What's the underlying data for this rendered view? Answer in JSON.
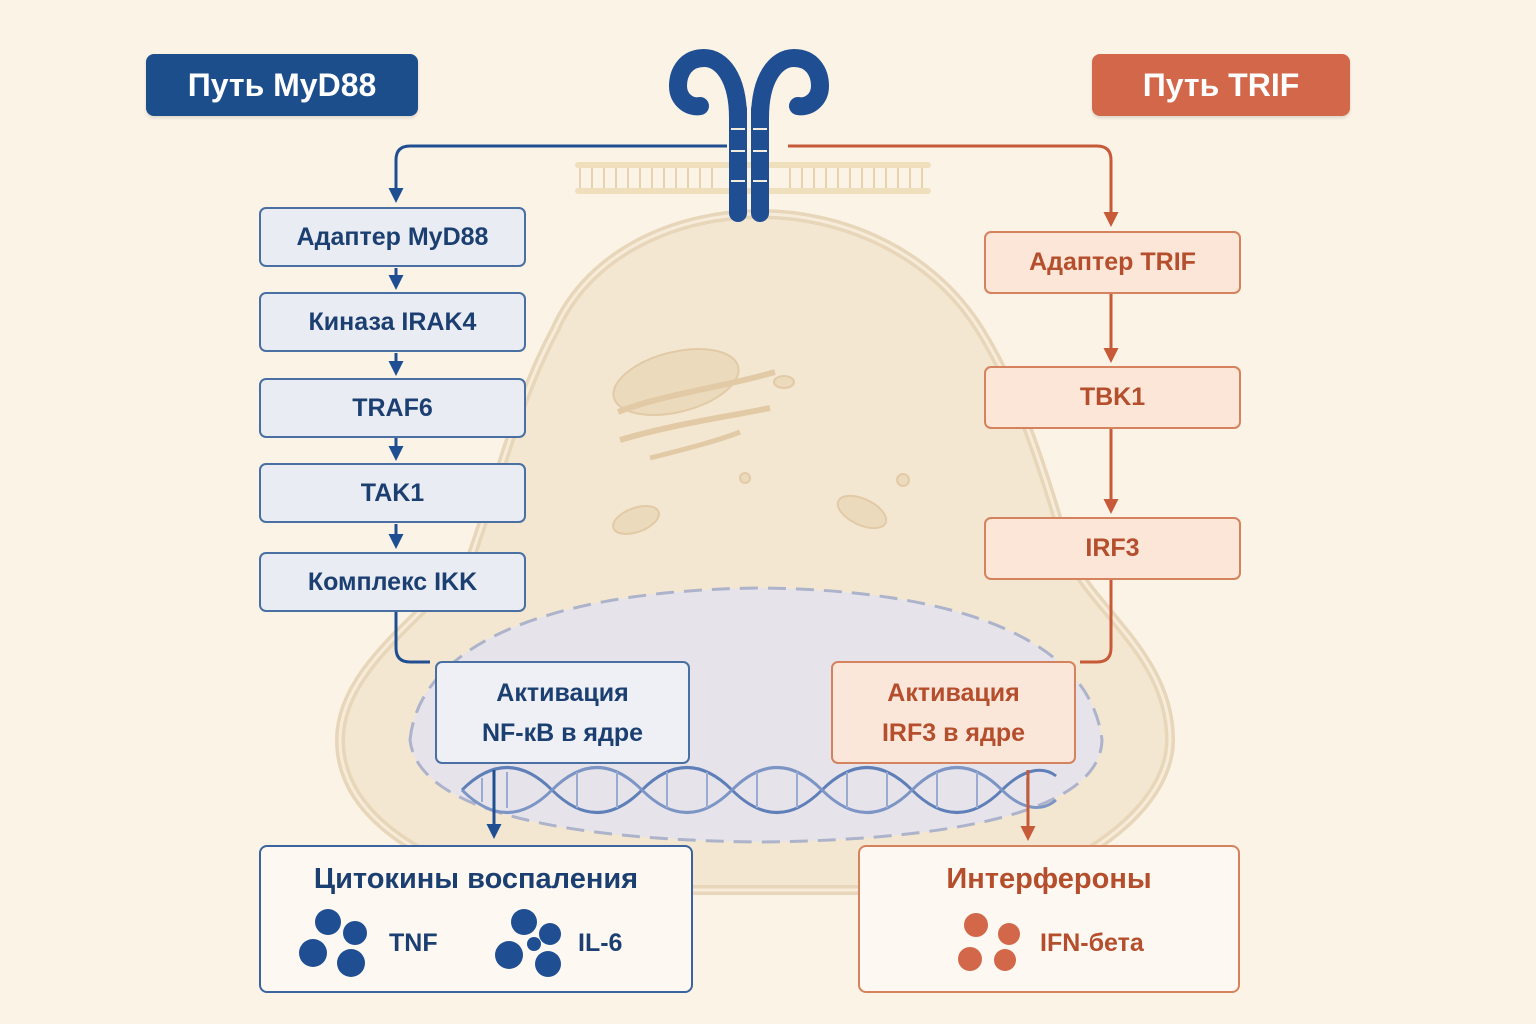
{
  "titles": {
    "myd88_pathway": "Путь MyD88",
    "trif_pathway": "Путь TRIF"
  },
  "myd88_steps": [
    "Адаптер MyD88",
    "Киназа IRAK4",
    "TRAF6",
    "TAK1",
    "Комплекс IKK"
  ],
  "trif_steps": [
    "Адаптер TRIF",
    "TBK1",
    "IRF3"
  ],
  "activation": {
    "nfkb": [
      "Активация",
      "NF-кВ в ядре"
    ],
    "irf3": [
      "Активация",
      "IRF3 в ядре"
    ]
  },
  "outputs": {
    "inflammatory": {
      "title": "Цитокины воспаления",
      "items": [
        "TNF",
        "IL-6"
      ]
    },
    "interferons": {
      "title": "Интерфероны",
      "items": [
        "IFN-бета"
      ]
    }
  },
  "colors": {
    "myd88": "#1c4e8c",
    "trif": "#d2674a",
    "background": "#fbf3e6"
  }
}
